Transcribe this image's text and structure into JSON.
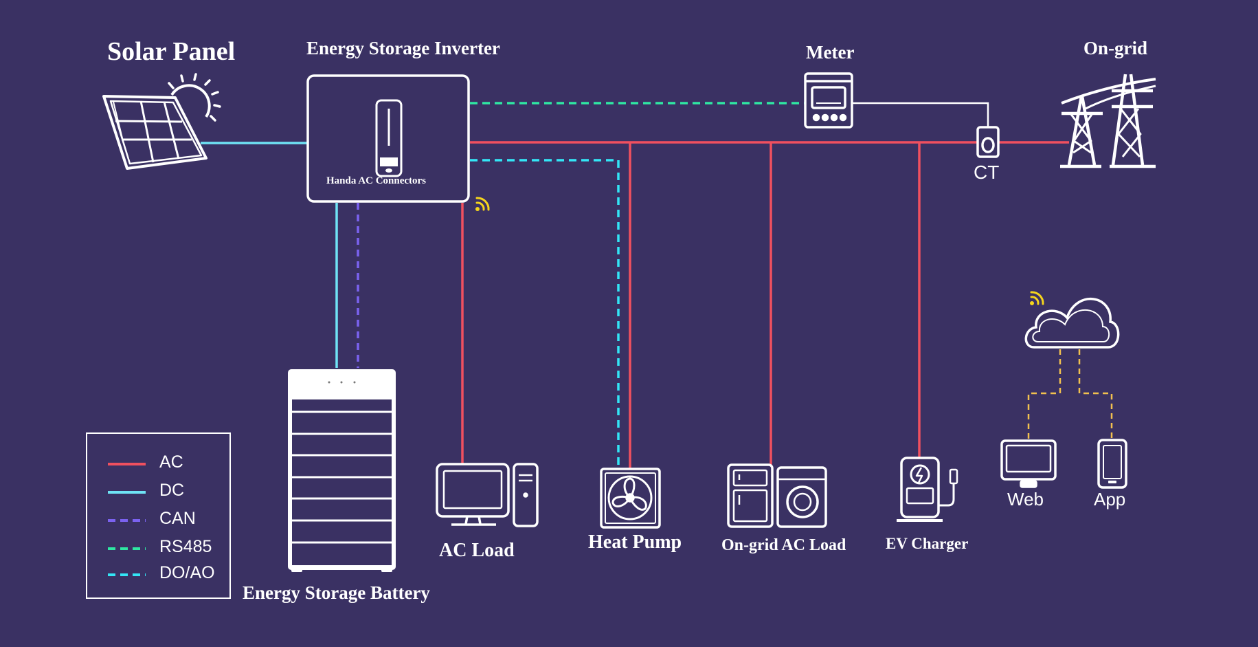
{
  "colors": {
    "background": "#3a3163",
    "ac": "#f0505f",
    "dc": "#6fe3f5",
    "can": "#7b62f0",
    "rs485": "#2fe6a2",
    "doao": "#33e6f6",
    "cloud_link": "#f2c14e",
    "wifi": "#f5d51c",
    "stroke": "#ffffff"
  },
  "labels": {
    "solar_panel": "Solar Panel",
    "inverter": "Energy Storage Inverter",
    "inverter_connector": "Handa AC Connectors",
    "meter": "Meter",
    "on_grid": "On-grid",
    "ct": "CT",
    "battery": "Energy Storage Battery",
    "ac_load": "AC Load",
    "heat_pump": "Heat Pump",
    "ongrid_ac_load": "On-grid AC Load",
    "ev_charger": "EV Charger",
    "web": "Web",
    "app": "App"
  },
  "legend": [
    {
      "label": "AC",
      "style": "solid",
      "color": "#f0505f"
    },
    {
      "label": "DC",
      "style": "solid",
      "color": "#6fe3f5"
    },
    {
      "label": "CAN",
      "style": "dashed",
      "color": "#7b62f0"
    },
    {
      "label": "RS485",
      "style": "dashed",
      "color": "#2fe6a2"
    },
    {
      "label": "DO/AO",
      "style": "dashed",
      "color": "#33e6f6"
    }
  ],
  "icons": {
    "solar": "solar-panel-icon",
    "sun": "sun-icon",
    "inverter": "inverter-icon",
    "meter": "meter-icon",
    "ct": "ct-sensor-icon",
    "grid": "power-tower-icon",
    "battery": "battery-stack-icon",
    "computer": "computer-icon",
    "fan": "heat-pump-fan-icon",
    "appliances": "fridge-washer-icon",
    "ev": "ev-charger-icon",
    "cloud": "cloud-icon",
    "laptop": "laptop-icon",
    "phone": "phone-icon",
    "wifi": "wifi-icon"
  }
}
